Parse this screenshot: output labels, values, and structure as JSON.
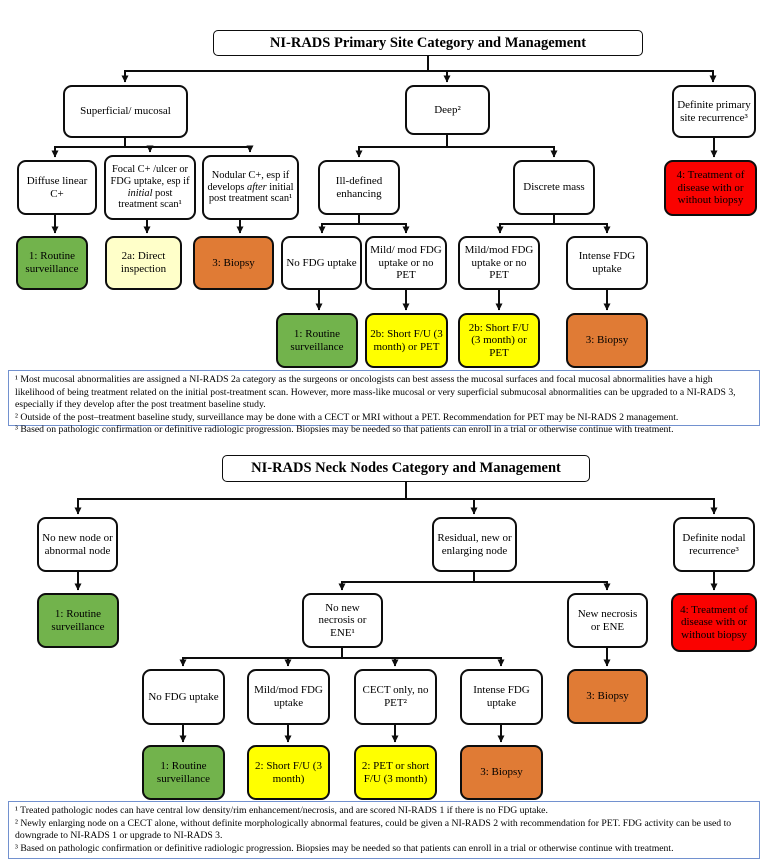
{
  "colors": {
    "green": "#72b34c",
    "pale_yellow": "#ffffc9",
    "yellow": "#ffff00",
    "orange": "#e07b35",
    "red": "#fa0200",
    "footnote_border": "#7291cf",
    "line": "#0d0d0d"
  },
  "primary": {
    "title": "NI-RADS Primary Site Category and Management",
    "nodes": {
      "superficial": {
        "label": "Superficial/ mucosal"
      },
      "deep": {
        "label": "Deep²"
      },
      "definite_recurrence": {
        "label": "Definite primary site recurrence³"
      },
      "diffuse_linear": {
        "label": "Diffuse linear C+"
      },
      "focal": {
        "pre": "Focal C+ /ulcer or FDG uptake, esp if ",
        "italic": "initial",
        "post": " post treatment scan¹"
      },
      "nodular": {
        "pre": "Nodular C+, esp if develops ",
        "italic": "after",
        "post": " initial post treatment scan¹"
      },
      "ill_defined": {
        "label": "Ill-defined enhancing"
      },
      "discrete_mass": {
        "label": "Discrete mass"
      },
      "cat4": {
        "label": "4: Treatment of disease with or without biopsy"
      },
      "cat1_a": {
        "label": "1: Routine surveillance"
      },
      "cat2a": {
        "label": "2a: Direct inspection"
      },
      "cat3_a": {
        "label": "3: Biopsy"
      },
      "no_fdg": {
        "label": "No FDG uptake"
      },
      "mild_mod_pet_1": {
        "label": "Mild/ mod FDG uptake or no PET"
      },
      "mild_mod_pet_2": {
        "label": "Mild/mod FDG uptake or no PET"
      },
      "intense_fdg": {
        "label": "Intense FDG uptake"
      },
      "cat1_b": {
        "label": "1: Routine surveillance"
      },
      "cat2b_1": {
        "label": "2b: Short F/U (3 month) or PET"
      },
      "cat2b_2": {
        "label": "2b: Short F/U (3 month) or PET"
      },
      "cat3_b": {
        "label": "3: Biopsy"
      }
    },
    "footnotes": [
      "¹ Most mucosal abnormalities are assigned a NI-RADS 2a category as the surgeons or oncologists can best assess the mucosal surfaces and focal mucosal abnormalities have a high likelihood of being treatment related on the initial post-treatment scan. However, more mass-like mucosal or very superficial submucosal abnormalities can be upgraded to a NI-RADS 3, especially if they develop after the post treatment baseline study.",
      "² Outside of the post–treatment baseline study, surveillance may be done with a CECT or MRI without a PET. Recommendation for PET may be NI-RADS 2 management.",
      "³ Based on pathologic confirmation or definitive radiologic progression. Biopsies may be needed so that patients can enroll in a trial or otherwise continue with treatment."
    ]
  },
  "neck": {
    "title": "NI-RADS Neck Nodes Category and Management",
    "nodes": {
      "no_new_node": {
        "label": "No new node or abnormal node"
      },
      "residual": {
        "label": "Residual, new or enlarging node"
      },
      "definite_nodal": {
        "label": "Definite nodal recurrence³"
      },
      "cat1_a": {
        "label": "1: Routine surveillance"
      },
      "no_new_necrosis": {
        "label": "No new necrosis or ENE¹"
      },
      "new_necrosis": {
        "label": "New necrosis or ENE"
      },
      "cat4": {
        "label": "4: Treatment of disease with or without biopsy"
      },
      "no_fdg": {
        "label": "No FDG uptake"
      },
      "mild_mod": {
        "label": "Mild/mod FDG uptake"
      },
      "cect_only": {
        "label": "CECT only, no PET²"
      },
      "intense_fdg": {
        "label": "Intense FDG uptake"
      },
      "cat3_necrosis": {
        "label": "3: Biopsy"
      },
      "cat1_b": {
        "label": "1: Routine surveillance"
      },
      "cat2_short": {
        "label": "2: Short F/U (3 month)"
      },
      "cat2_pet": {
        "label": "2: PET or short F/U (3 month)"
      },
      "cat3_b": {
        "label": "3: Biopsy"
      }
    },
    "footnotes": [
      "¹ Treated pathologic nodes can have central low density/rim enhancement/necrosis, and are scored NI-RADS 1 if there is no FDG uptake.",
      "² Newly enlarging node on a CECT alone, without definite morphologically abnormal features, could be given a NI-RADS 2 with recommendation for PET. FDG activity can be used to downgrade to NI-RADS 1 or upgrade to NI-RADS 3.",
      "³ Based on pathologic confirmation or definitive radiologic progression. Biopsies may be needed so that patients can enroll in a trial or otherwise continue with treatment."
    ]
  }
}
